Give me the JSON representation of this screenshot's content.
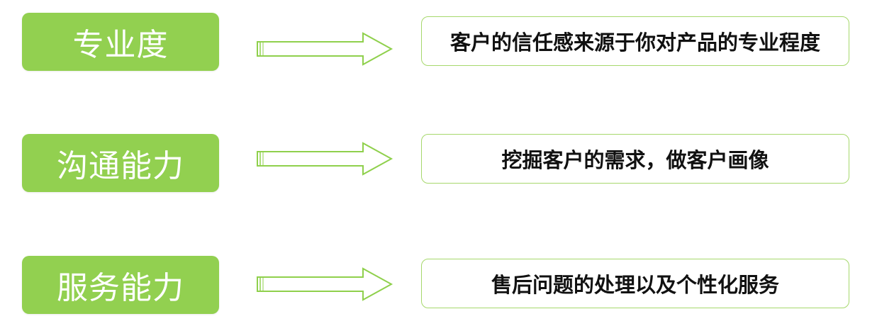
{
  "rows": [
    {
      "label": "专业度",
      "description": "客户的信任感来源于你对产品的专业程度"
    },
    {
      "label": "沟通能力",
      "description": "挖掘客户的需求，做客户画像"
    },
    {
      "label": "服务能力",
      "description": "售后问题的处理以及个性化服务"
    }
  ],
  "colors": {
    "label_fill": "#92d050",
    "label_text": "#ffffff",
    "arrow_stroke": "#8fd04c",
    "desc_border": "#a6d86c",
    "desc_text": "#111111"
  }
}
